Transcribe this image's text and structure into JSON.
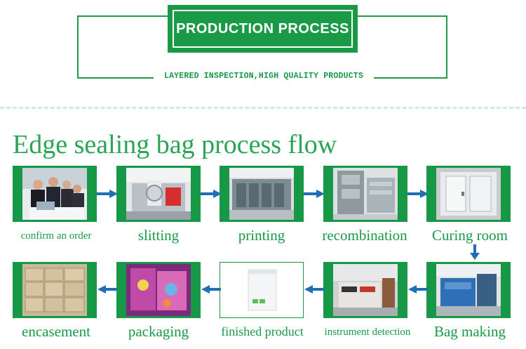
{
  "header": {
    "title": "PRODUCTION PROCESS",
    "subtitle": "LAYERED INSPECTION,HIGH QUALITY PRODUCTS"
  },
  "section_title": "Edge sealing bag process flow",
  "steps": [
    {
      "label": "confirm an order"
    },
    {
      "label": "slitting"
    },
    {
      "label": "printing"
    },
    {
      "label": "recombination"
    },
    {
      "label": "Curing room"
    },
    {
      "label": "Bag making"
    },
    {
      "label": "instrument detection"
    },
    {
      "label": "finished product"
    },
    {
      "label": "packaging"
    },
    {
      "label": "encasement"
    }
  ],
  "colors": {
    "brand_green": "#1a9a47",
    "arrow_blue": "#1f6fb7",
    "divider": "#cfe9ea"
  }
}
